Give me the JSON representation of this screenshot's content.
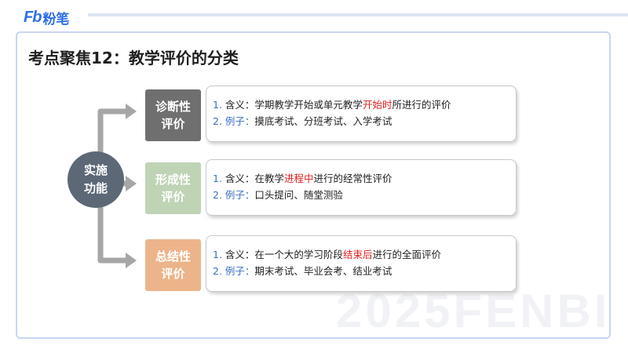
{
  "brand": {
    "mark": "Fb",
    "name": "粉笔"
  },
  "page_title": "考点聚焦12：教学评价的分类",
  "center_node": "实施\n功能",
  "watermark": "2025FENBI",
  "categories": [
    {
      "name": "诊断性\n评价",
      "meaning_num": "1. ",
      "meaning_label": "含义：",
      "meaning_pre": "学期教学开始或单元教学",
      "meaning_highlight": "开始时",
      "meaning_post": "所进行的评价",
      "example_prefix": "2. 例子：",
      "example_text": "摸底考试、分班考试、入学考试"
    },
    {
      "name": "形成性\n评价",
      "meaning_num": "1. ",
      "meaning_label": "含义：",
      "meaning_pre": "在教学",
      "meaning_highlight": "进程中",
      "meaning_post": "进行的经常性评价",
      "example_prefix": "2. 例子：",
      "example_text": "口头提问、随堂测验"
    },
    {
      "name": "总结性\n评价",
      "meaning_num": "1. ",
      "meaning_label": "含义：",
      "meaning_pre": "在一个大的学习阶段",
      "meaning_highlight": "结束后",
      "meaning_post": "进行的全面评价",
      "example_prefix": "2. 例子：",
      "example_text": "期末考试、毕业会考、结业考试"
    }
  ],
  "colors": {
    "brand_blue": "#2f6fe8",
    "center_node": "#5c6876",
    "diagnostic": "#6f6f6f",
    "formative": "#bfd3b5",
    "summative": "#edb48a",
    "highlight": "#e02020",
    "example_prefix": "#3b6fc4"
  }
}
